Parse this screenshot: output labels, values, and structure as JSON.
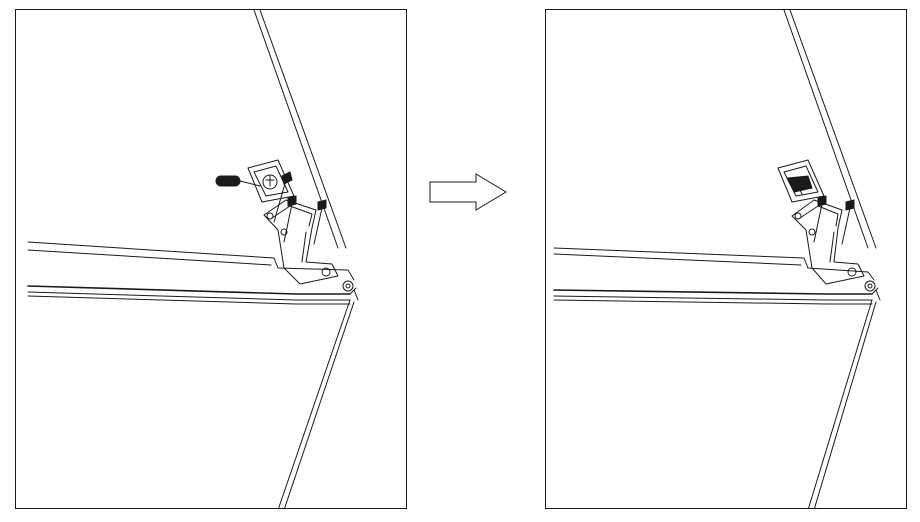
{
  "figure": {
    "panels": [
      {
        "step": "before",
        "shows": [
          "hinge-bracket",
          "screw",
          "screw",
          "screw",
          "hinge-cover-plug"
        ],
        "cover_inserted": false
      },
      {
        "step": "after",
        "shows": [
          "hinge-bracket",
          "screw",
          "screw",
          "hinge-cover-plug"
        ],
        "cover_inserted": true
      }
    ],
    "arrow": {
      "icon": "right-arrow-icon",
      "direction": "right"
    },
    "colors": {
      "line": "#1a1a1a",
      "background": "#ffffff"
    }
  }
}
